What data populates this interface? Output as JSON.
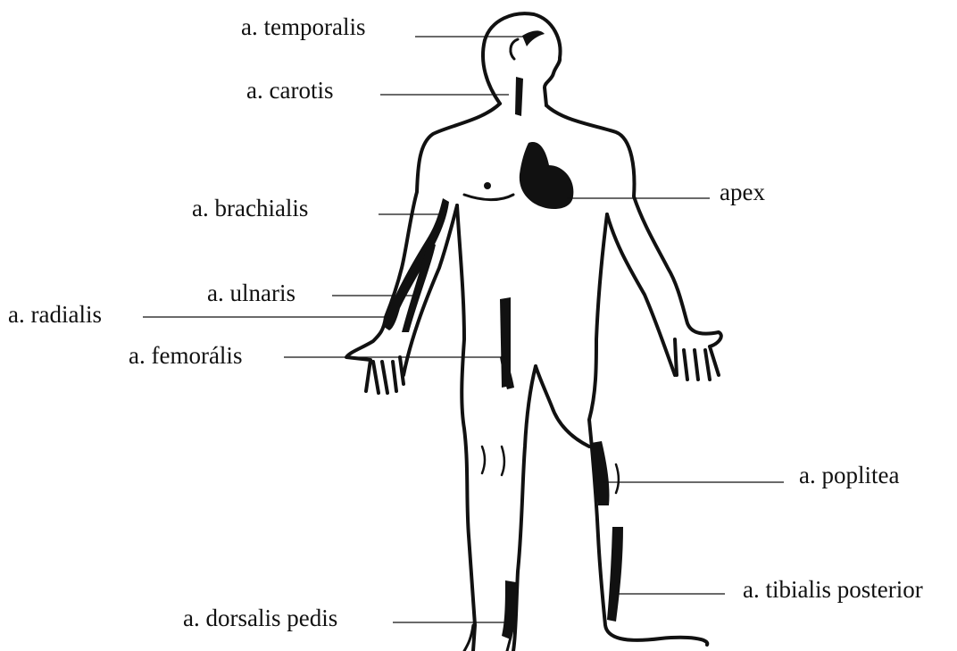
{
  "colors": {
    "ink": "#111111",
    "background": "#ffffff"
  },
  "labels": {
    "temporalis": "a. temporalis",
    "carotis": "a. carotis",
    "apex": "apex",
    "brachialis": "a. brachialis",
    "ulnaris": "a. ulnaris",
    "radialis": "a. radialis",
    "femoralis": "a. femorális",
    "poplitea": "a. poplitea",
    "tibialis_posterior": "a. tibialis posterior",
    "dorsalis_pedis": "a. dorsalis pedis"
  }
}
